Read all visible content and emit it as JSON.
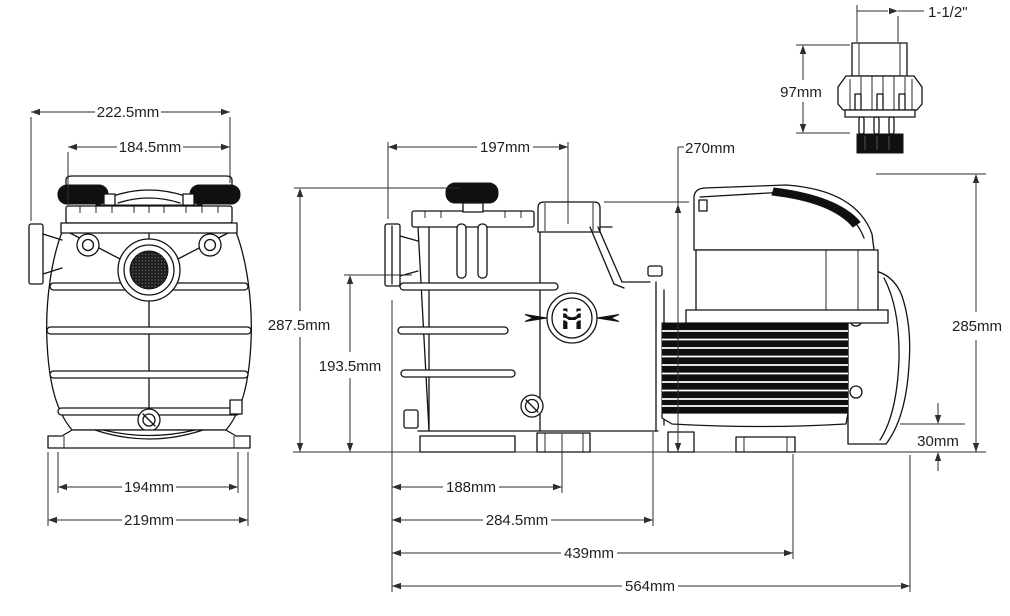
{
  "drawing": {
    "title": "pump-dimensional-drawing",
    "brand_logo_letter": "H",
    "colors": {
      "background": "#ffffff",
      "line": "#131313",
      "dark_fill": "#101010"
    },
    "front_view": {
      "dimensions": {
        "overall_width": "222.5mm",
        "lid_width": "184.5mm",
        "base_inner_width": "194mm",
        "base_outer_width": "219mm"
      }
    },
    "side_view": {
      "dimensions": {
        "strainer_length": "197mm",
        "discharge_port_height": "270mm",
        "lid_height": "287.5mm",
        "suction_centerline_height": "193.5mm",
        "front_foot_length": "188mm",
        "body_length": "284.5mm",
        "base_length": "439mm",
        "overall_length": "564mm",
        "motor_height": "285mm",
        "ground_clearance": "30mm"
      }
    },
    "union_fitting": {
      "dimensions": {
        "connection_size": "1-1/2\"",
        "height": "97mm"
      }
    }
  }
}
